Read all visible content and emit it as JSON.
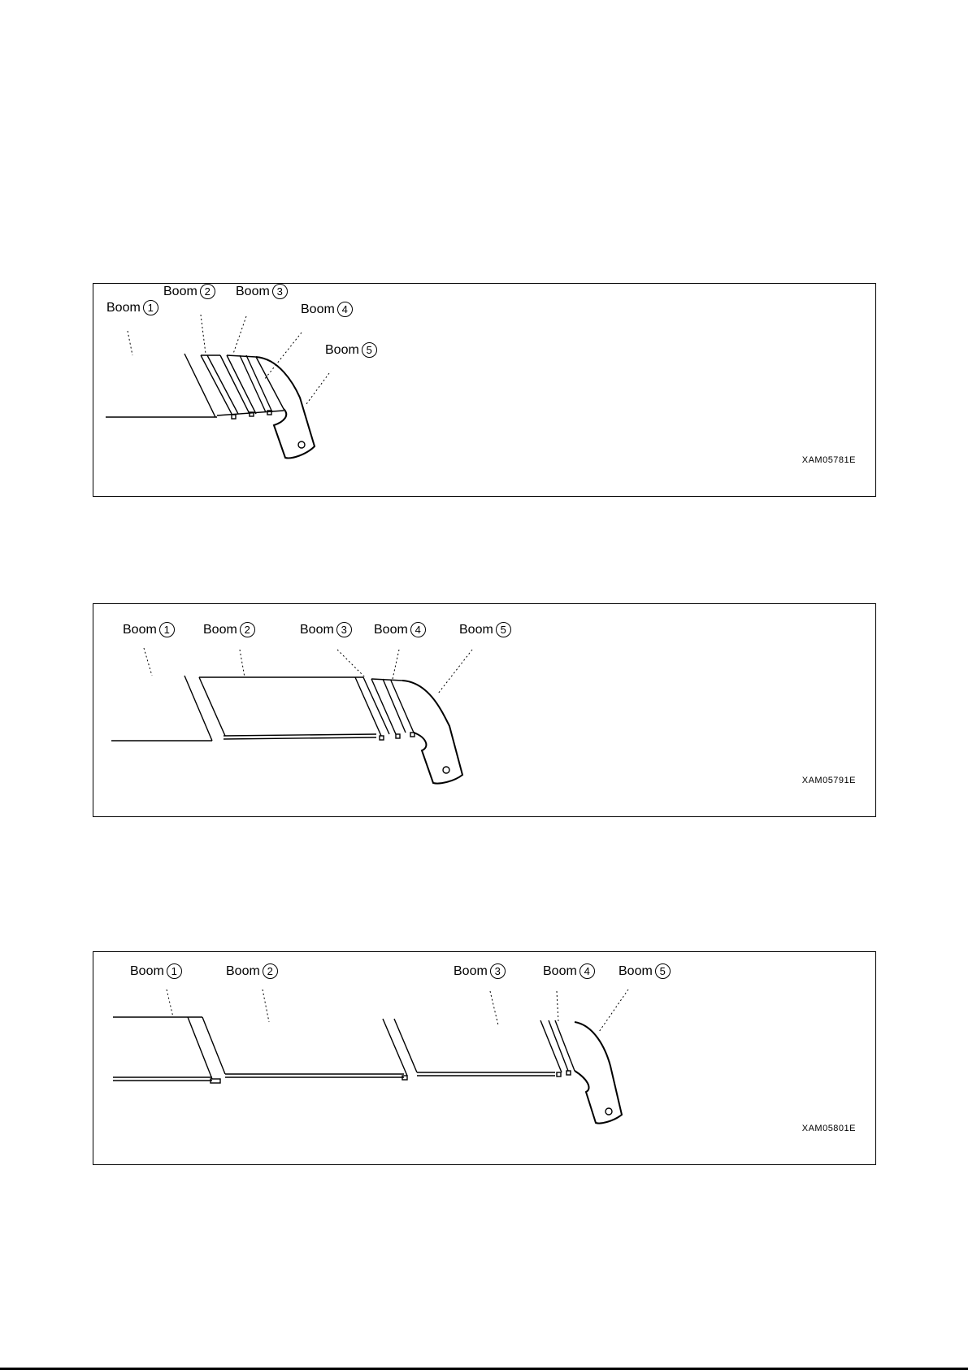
{
  "figures": [
    {
      "code": "XAM05781E",
      "labels": [
        {
          "text": "Boom",
          "num": "1"
        },
        {
          "text": "Boom",
          "num": "2"
        },
        {
          "text": "Boom",
          "num": "3"
        },
        {
          "text": "Boom",
          "num": "4"
        },
        {
          "text": "Boom",
          "num": "5"
        }
      ]
    },
    {
      "code": "XAM05791E",
      "labels": [
        {
          "text": "Boom",
          "num": "1"
        },
        {
          "text": "Boom",
          "num": "2"
        },
        {
          "text": "Boom",
          "num": "3"
        },
        {
          "text": "Boom",
          "num": "4"
        },
        {
          "text": "Boom",
          "num": "5"
        }
      ]
    },
    {
      "code": "XAM05801E",
      "labels": [
        {
          "text": "Boom",
          "num": "1"
        },
        {
          "text": "Boom",
          "num": "2"
        },
        {
          "text": "Boom",
          "num": "3"
        },
        {
          "text": "Boom",
          "num": "4"
        },
        {
          "text": "Boom",
          "num": "5"
        }
      ]
    }
  ]
}
